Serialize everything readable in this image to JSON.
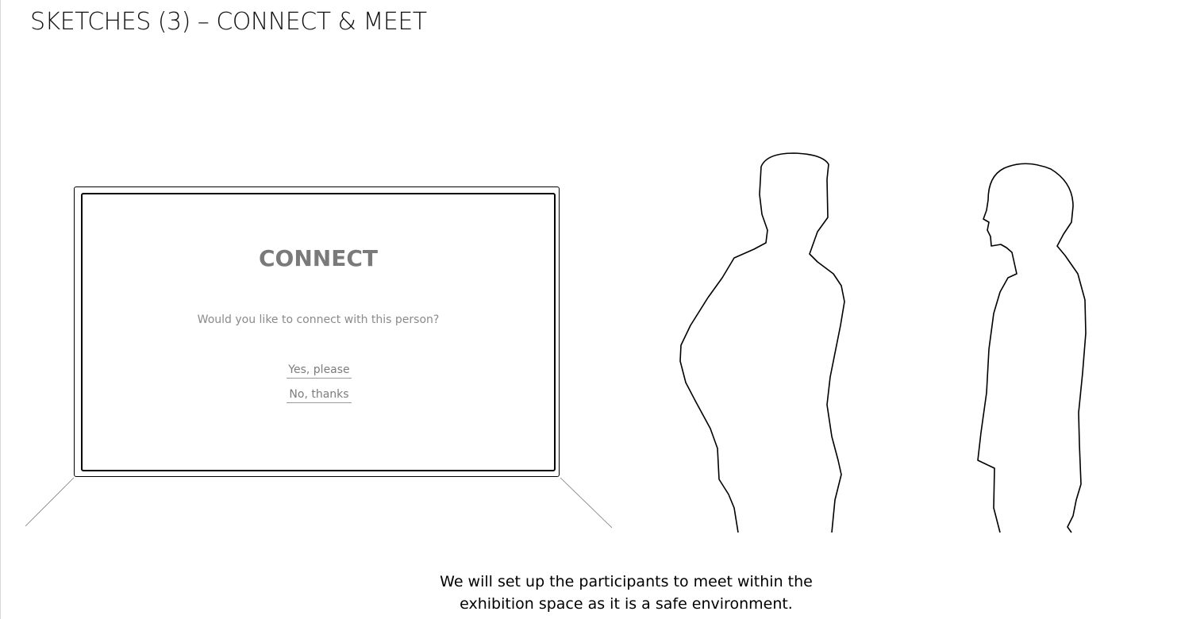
{
  "page": {
    "title": "SKETCHES (3) – CONNECT & MEET"
  },
  "screen": {
    "heading": "CONNECT",
    "question": "Would you like to connect with this person?",
    "yes_label": "Yes, please",
    "no_label": "No, thanks"
  },
  "caption": {
    "line1": "We will set up the participants to meet within the",
    "line2": "exhibition space as it is a safe environment."
  }
}
